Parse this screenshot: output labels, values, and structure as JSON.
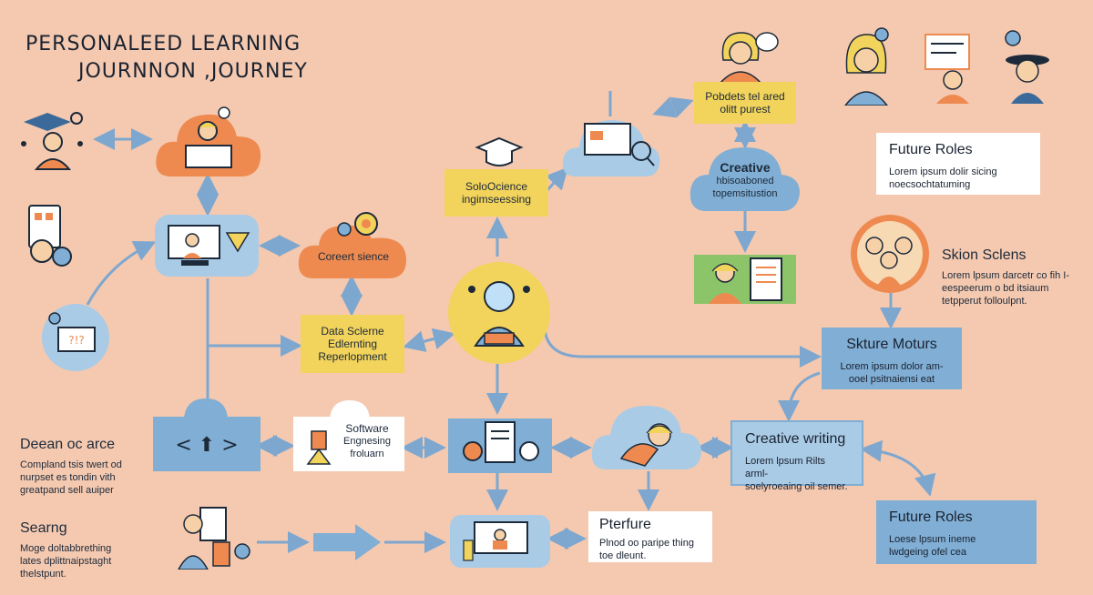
{
  "title": {
    "line1": "PERSONALEED LEARNING",
    "line2": "JOURNNON ,JOURNEY"
  },
  "nodes": {
    "career_science": "Coreert sience",
    "data_science": [
      "Data Sclerne",
      "Edlernting",
      "Reperlopment"
    ],
    "socioscience": [
      "SoloOcience",
      "ingimseessing"
    ],
    "pobdets": [
      "Pobdets tel ared",
      "olitt purest"
    ],
    "creative_cloud": [
      "Creative",
      "hbisoaboned",
      "topemsitustion"
    ],
    "software": [
      "Software",
      "Engnesing",
      "froluarn"
    ],
    "perfrure": {
      "title": "Pterfure",
      "desc": [
        "Plnod oo paripe thing",
        "toe dleunt."
      ]
    },
    "future_roles_top": {
      "title": "Future Roles",
      "desc": [
        "Lorem ipsum dolir sicing",
        "noecsochtatuming"
      ]
    },
    "skion_sclens": {
      "title": "Skion Sclens",
      "desc": [
        "Lorem lpsum darcetr co fih I-",
        "eespeerum o bd itsiaum",
        "tetpperut folloulpnt."
      ]
    },
    "skture_moturs": {
      "title": "Skture Moturs",
      "desc": [
        "Lorem ipsum dolor am-",
        "ooel psitnaiensi eat"
      ]
    },
    "creative_writing": {
      "title": "Creative writing",
      "desc": [
        "Lorem lpsum Rilts arml-",
        "soelyroeaing oil semer."
      ]
    },
    "future_roles_bottom": {
      "title": "Future Roles",
      "desc": [
        "Loese lpsum ineme",
        "lwdgeing ofel cea"
      ]
    },
    "dean": {
      "title": "Deean oc arce",
      "desc": [
        "Compland tsis twert od",
        "nurpset es tondin vith",
        "greatpand sell auiper"
      ]
    },
    "searng": {
      "title": "Searng",
      "desc": [
        "Moge doltabbrething",
        "lates dplittnaipstaght",
        "thelstpunt."
      ]
    }
  },
  "colors": {
    "background": "#f4c9b0",
    "blue": "#80aed4",
    "light_blue": "#a9cbe6",
    "yellow": "#f2d35b",
    "orange": "#ee8a50",
    "arrow": "#7ea7cf"
  },
  "icons": [
    "graduate-icon",
    "teacher-icon",
    "screen-icon",
    "gear-icon",
    "mortarboard-icon",
    "code-icon",
    "document-icon",
    "student-icon",
    "magnifier-icon",
    "lightbulb-icon",
    "arrow-right-icon"
  ]
}
